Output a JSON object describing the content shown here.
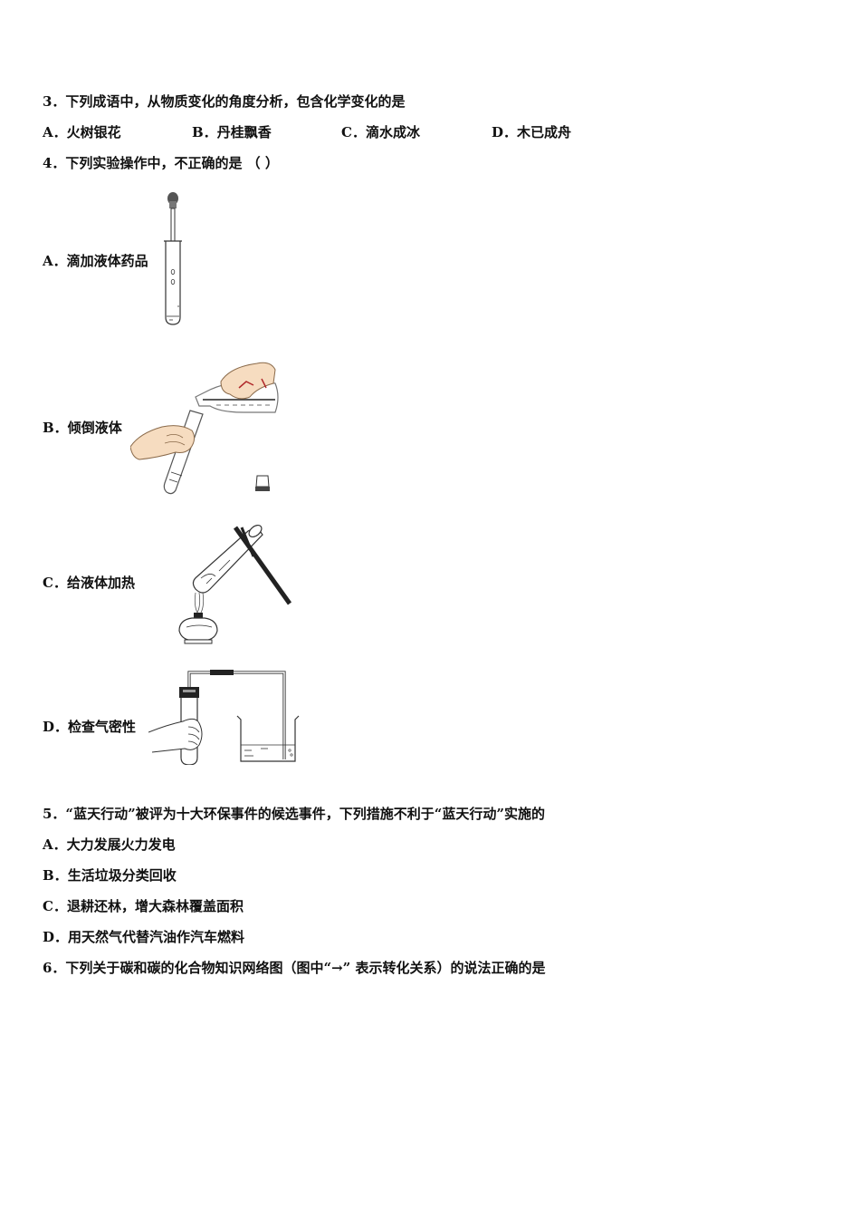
{
  "questions": {
    "q3": {
      "stem": "3．下列成语中，从物质变化的角度分析，包含化学变化的是",
      "options": [
        {
          "letter": "A．",
          "text": "火树银花"
        },
        {
          "letter": "B．",
          "text": "丹桂飘香"
        },
        {
          "letter": "C．",
          "text": "滴水成冰"
        },
        {
          "letter": "D．",
          "text": "木已成舟"
        }
      ]
    },
    "q4": {
      "stem": "4．下列实验操作中，不正确的是  （      ）",
      "options": [
        {
          "letter": "A．",
          "text": "滴加液体药品",
          "figure": "dropper-adding-liquid-to-test-tube"
        },
        {
          "letter": "B．",
          "text": "倾倒液体",
          "figure": "pouring-liquid-from-bottle"
        },
        {
          "letter": "C．",
          "text": "给液体加热",
          "figure": "heating-liquid-over-alcohol-lamp"
        },
        {
          "letter": "D．",
          "text": "检查气密性",
          "figure": "checking-airtightness"
        }
      ]
    },
    "q5": {
      "stem": "5．“蓝天行动”被评为十大环保事件的候选事件，下列措施不利于“蓝天行动”实施的",
      "options": [
        {
          "letter": "A．",
          "text": "大力发展火力发电"
        },
        {
          "letter": "B．",
          "text": "生活垃圾分类回收"
        },
        {
          "letter": "C．",
          "text": "退耕还林，增大森林覆盖面积"
        },
        {
          "letter": "D．",
          "text": "用天然气代替汽油作汽车燃料"
        }
      ]
    },
    "q6": {
      "stem": "6．下列关于碳和碳的化合物知识网络图（图中“→”  表示转化关系）的说法正确的是"
    }
  }
}
